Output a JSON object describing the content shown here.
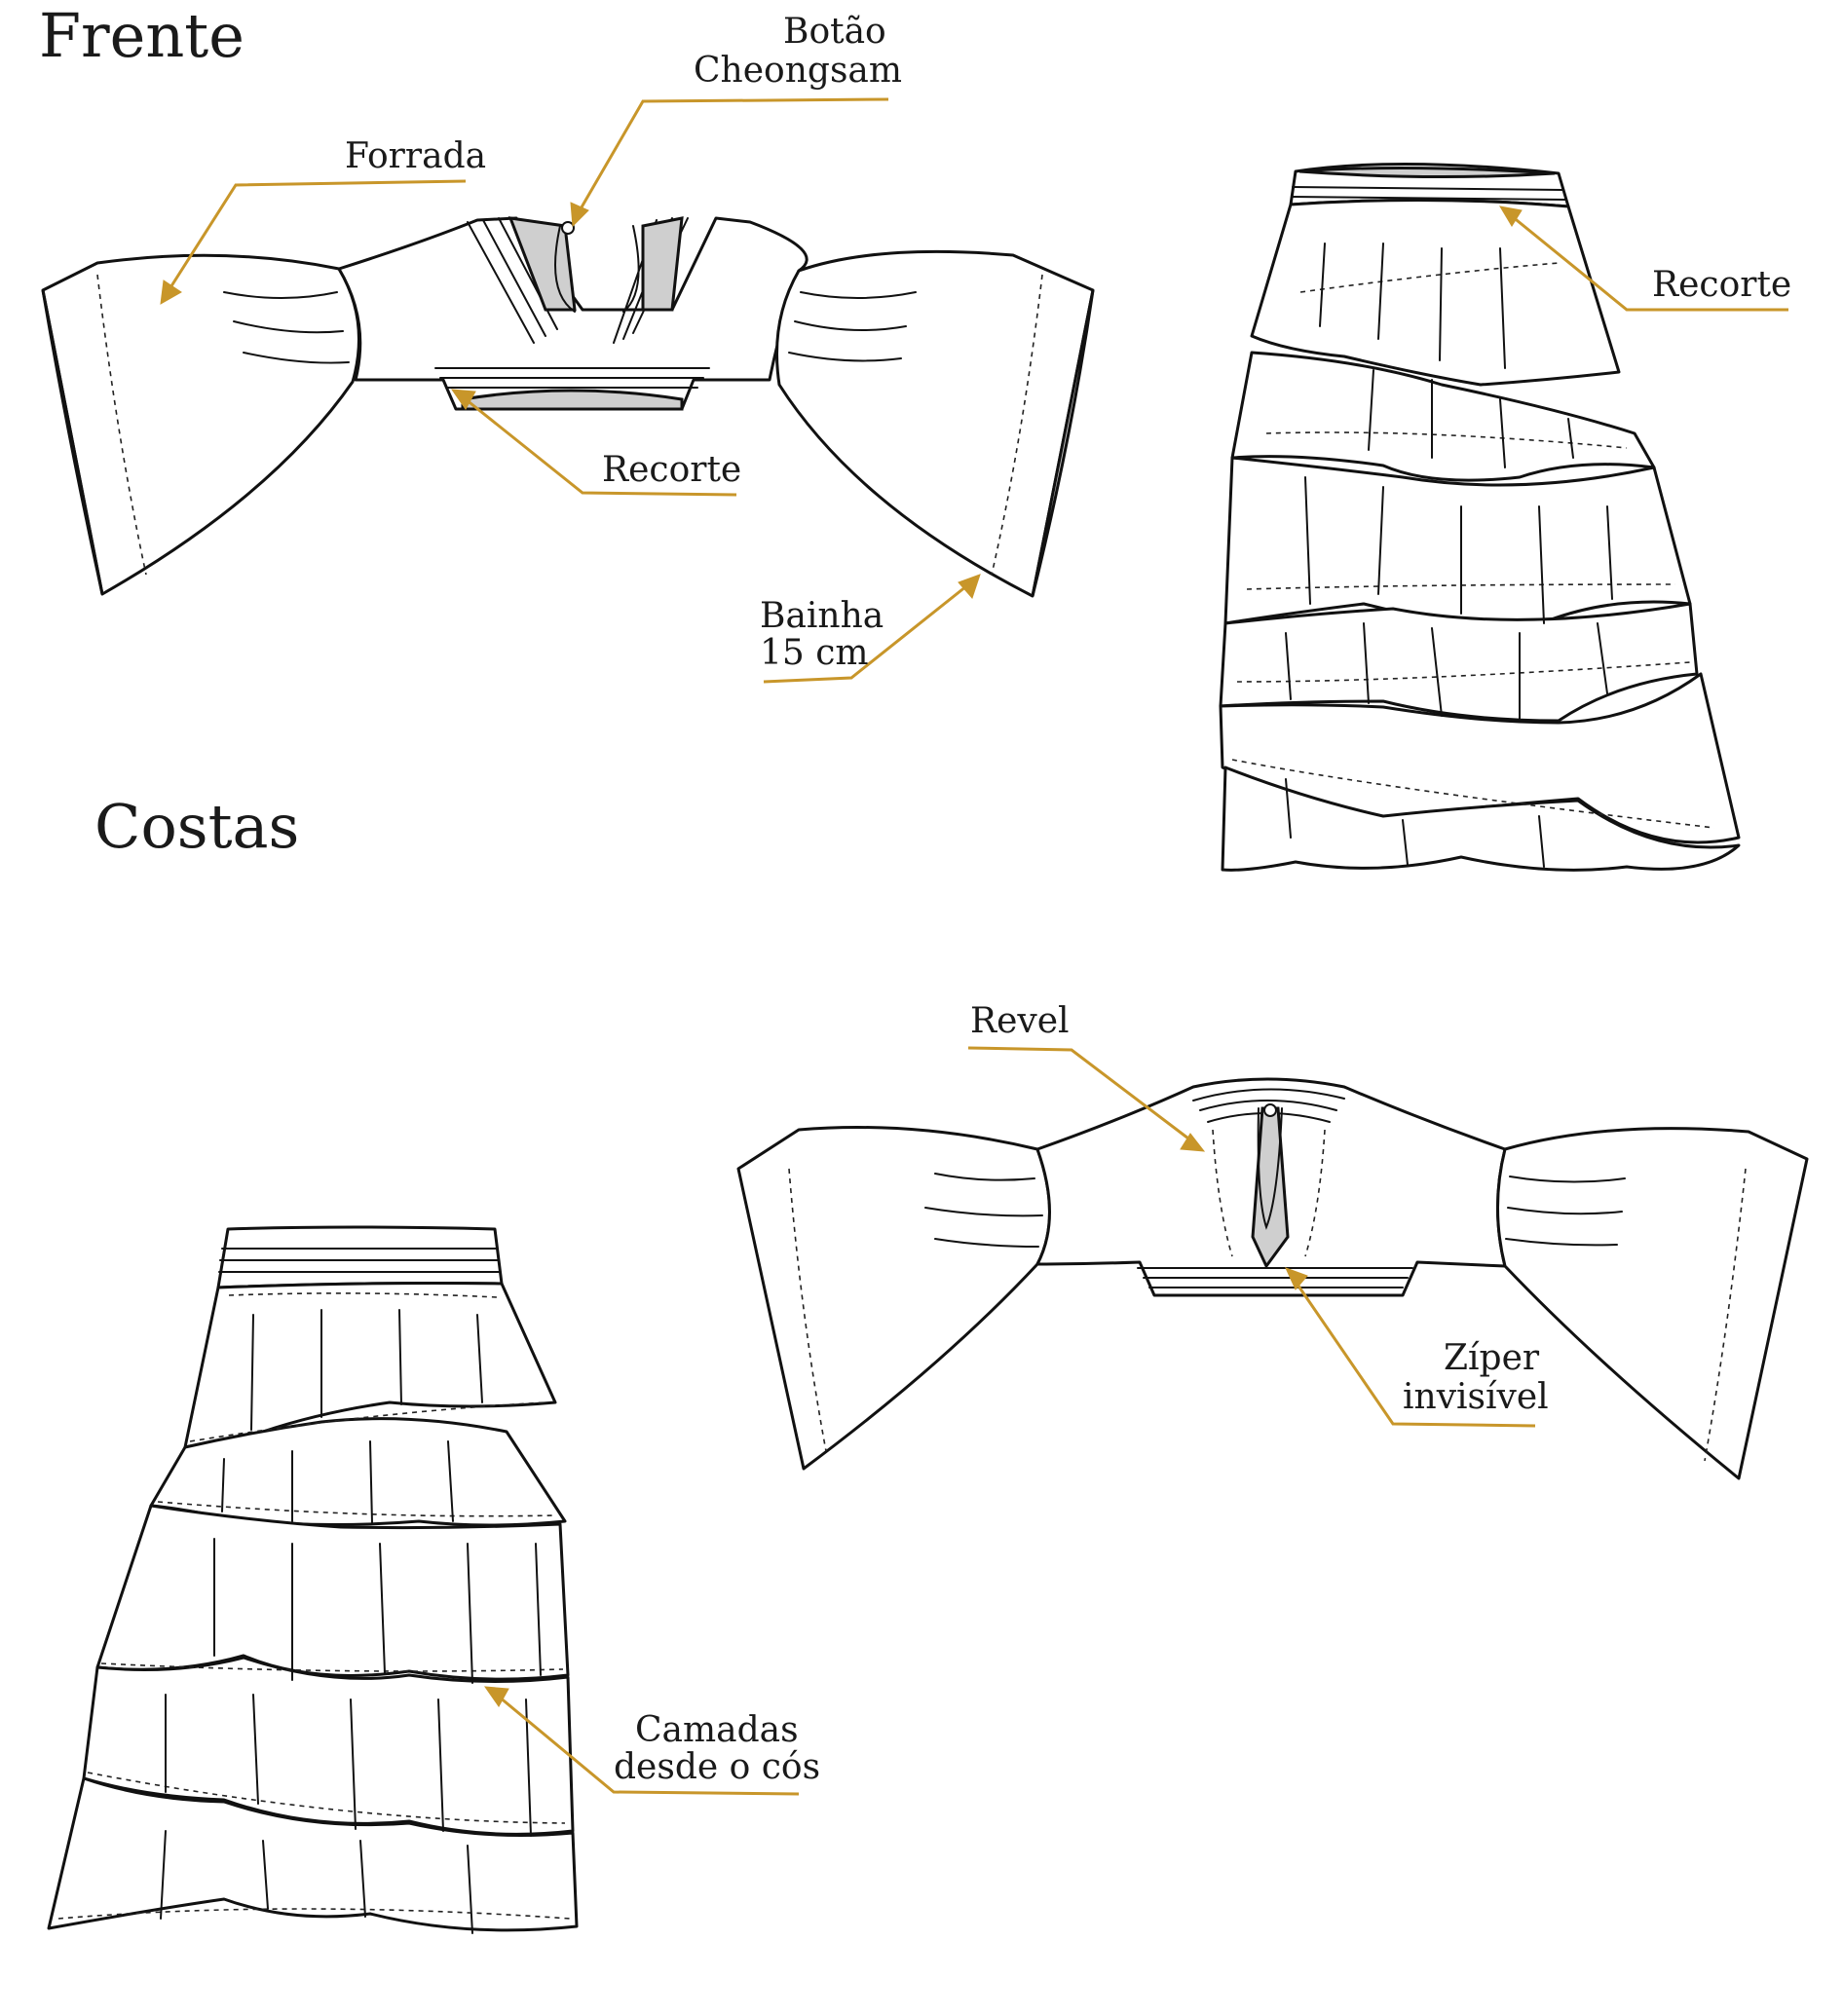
{
  "sections": {
    "front": "Frente",
    "back": "Costas"
  },
  "labels": {
    "forrada": "Forrada",
    "botao_1": "Botão",
    "botao_2": "Cheongsam",
    "recorte_top": "Recorte",
    "bainha_1": "Bainha",
    "bainha_2": "15 cm",
    "recorte_skirt": "Recorte",
    "revel": "Revel",
    "ziper_1": "Zíper",
    "ziper_2": "invisível",
    "camadas_1": "Camadas",
    "camadas_2": "desde o cós"
  },
  "colors": {
    "accent": "#c8962a",
    "line": "#111111",
    "lining": "#cfcfcf",
    "background": "#ffffff"
  }
}
